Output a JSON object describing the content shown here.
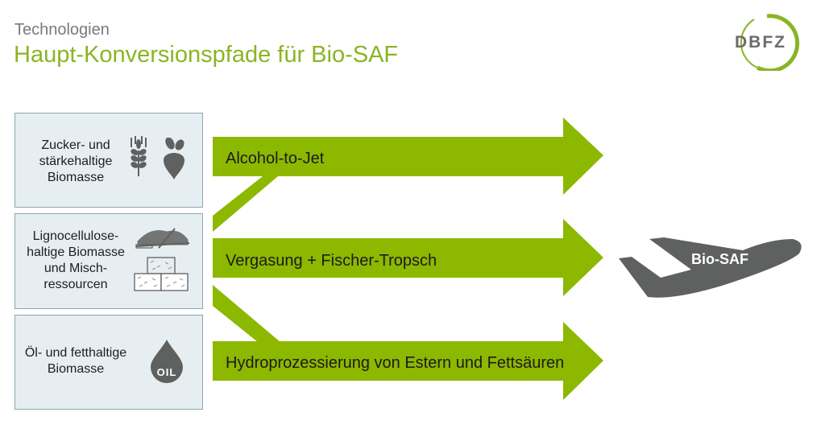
{
  "header": {
    "subtitle": "Technologien",
    "title": "Haupt-Konversionspfade für Bio-SAF",
    "logo_text": "DBFZ"
  },
  "colors": {
    "accent_green": "#8ab524",
    "arrow_green": "#8cb800",
    "box_fill": "#e6eef2",
    "box_border": "#8aa7b3",
    "icon_gray": "#5f6060",
    "text_gray": "#7a7a7a"
  },
  "feedstocks": [
    {
      "lines": [
        "Zucker- und",
        "stärkehaltige",
        "Biomasse"
      ],
      "icons": [
        "wheat-icon",
        "beet-icon"
      ]
    },
    {
      "lines": [
        "Lignocellulose-",
        "haltige Biomasse",
        "und Misch-",
        "ressourcen"
      ],
      "icons": [
        "wood-pile-icon",
        "bales-icon"
      ]
    },
    {
      "lines": [
        "Öl- und fetthaltige",
        "Biomasse"
      ],
      "icons": [
        "oil-drop-icon"
      ],
      "oil_label": "OIL"
    }
  ],
  "pathways": [
    {
      "label": "Alcohol-to-Jet"
    },
    {
      "label": "Vergasung + Fischer-Tropsch"
    },
    {
      "label": "Hydroprozessierung von Estern und Fettsäuren"
    }
  ],
  "product": {
    "label": "Bio-SAF",
    "icon": "airplane-icon"
  }
}
